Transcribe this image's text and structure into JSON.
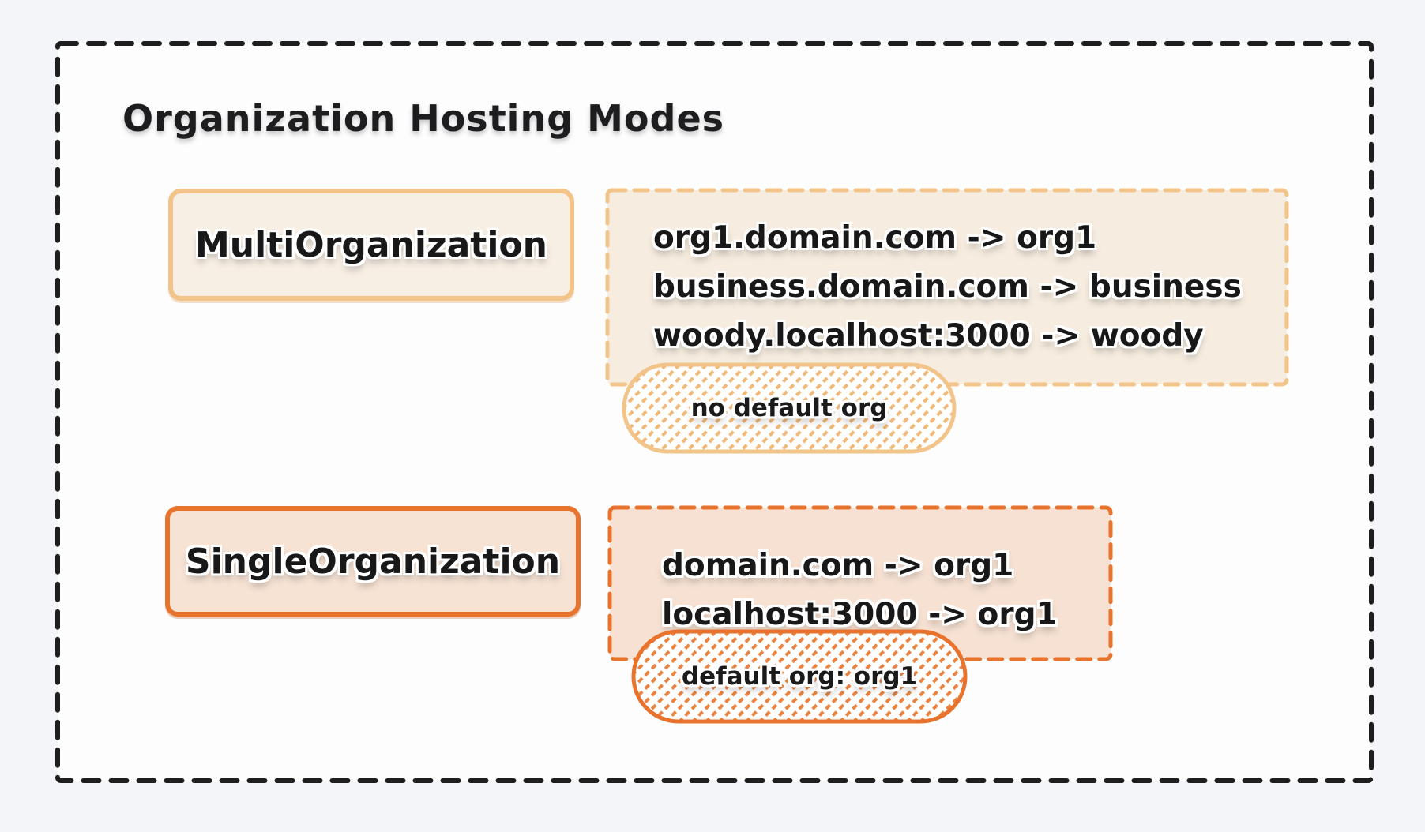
{
  "page": {
    "title": "Organization Hosting Modes"
  },
  "colors": {
    "frame_dash": "#1e1e1e",
    "accent_light": "#f3c48a",
    "accent_strong": "#e8732c",
    "fill_cream": "#f8efe4",
    "fill_cream_dashed": "#f6ecdf",
    "fill_peach": "#f7e3d4",
    "fill_peach_dashed": "#f6e1d2",
    "hatch_light": "#f2b878",
    "hatch_strong": "#ea8340",
    "text": "#1a1a1a",
    "background": "#f3f5f8"
  },
  "diagram": {
    "modes": [
      {
        "id": "multi-organization",
        "label": "MultiOrganization",
        "mappings": [
          "org1.domain.com -> org1",
          "business.domain.com -> business",
          "woody.localhost:3000 -> woody"
        ],
        "badge": "no default org"
      },
      {
        "id": "single-organization",
        "label": "SingleOrganization",
        "mappings": [
          "domain.com -> org1",
          "localhost:3000 -> org1"
        ],
        "badge": "default org: org1"
      }
    ]
  }
}
